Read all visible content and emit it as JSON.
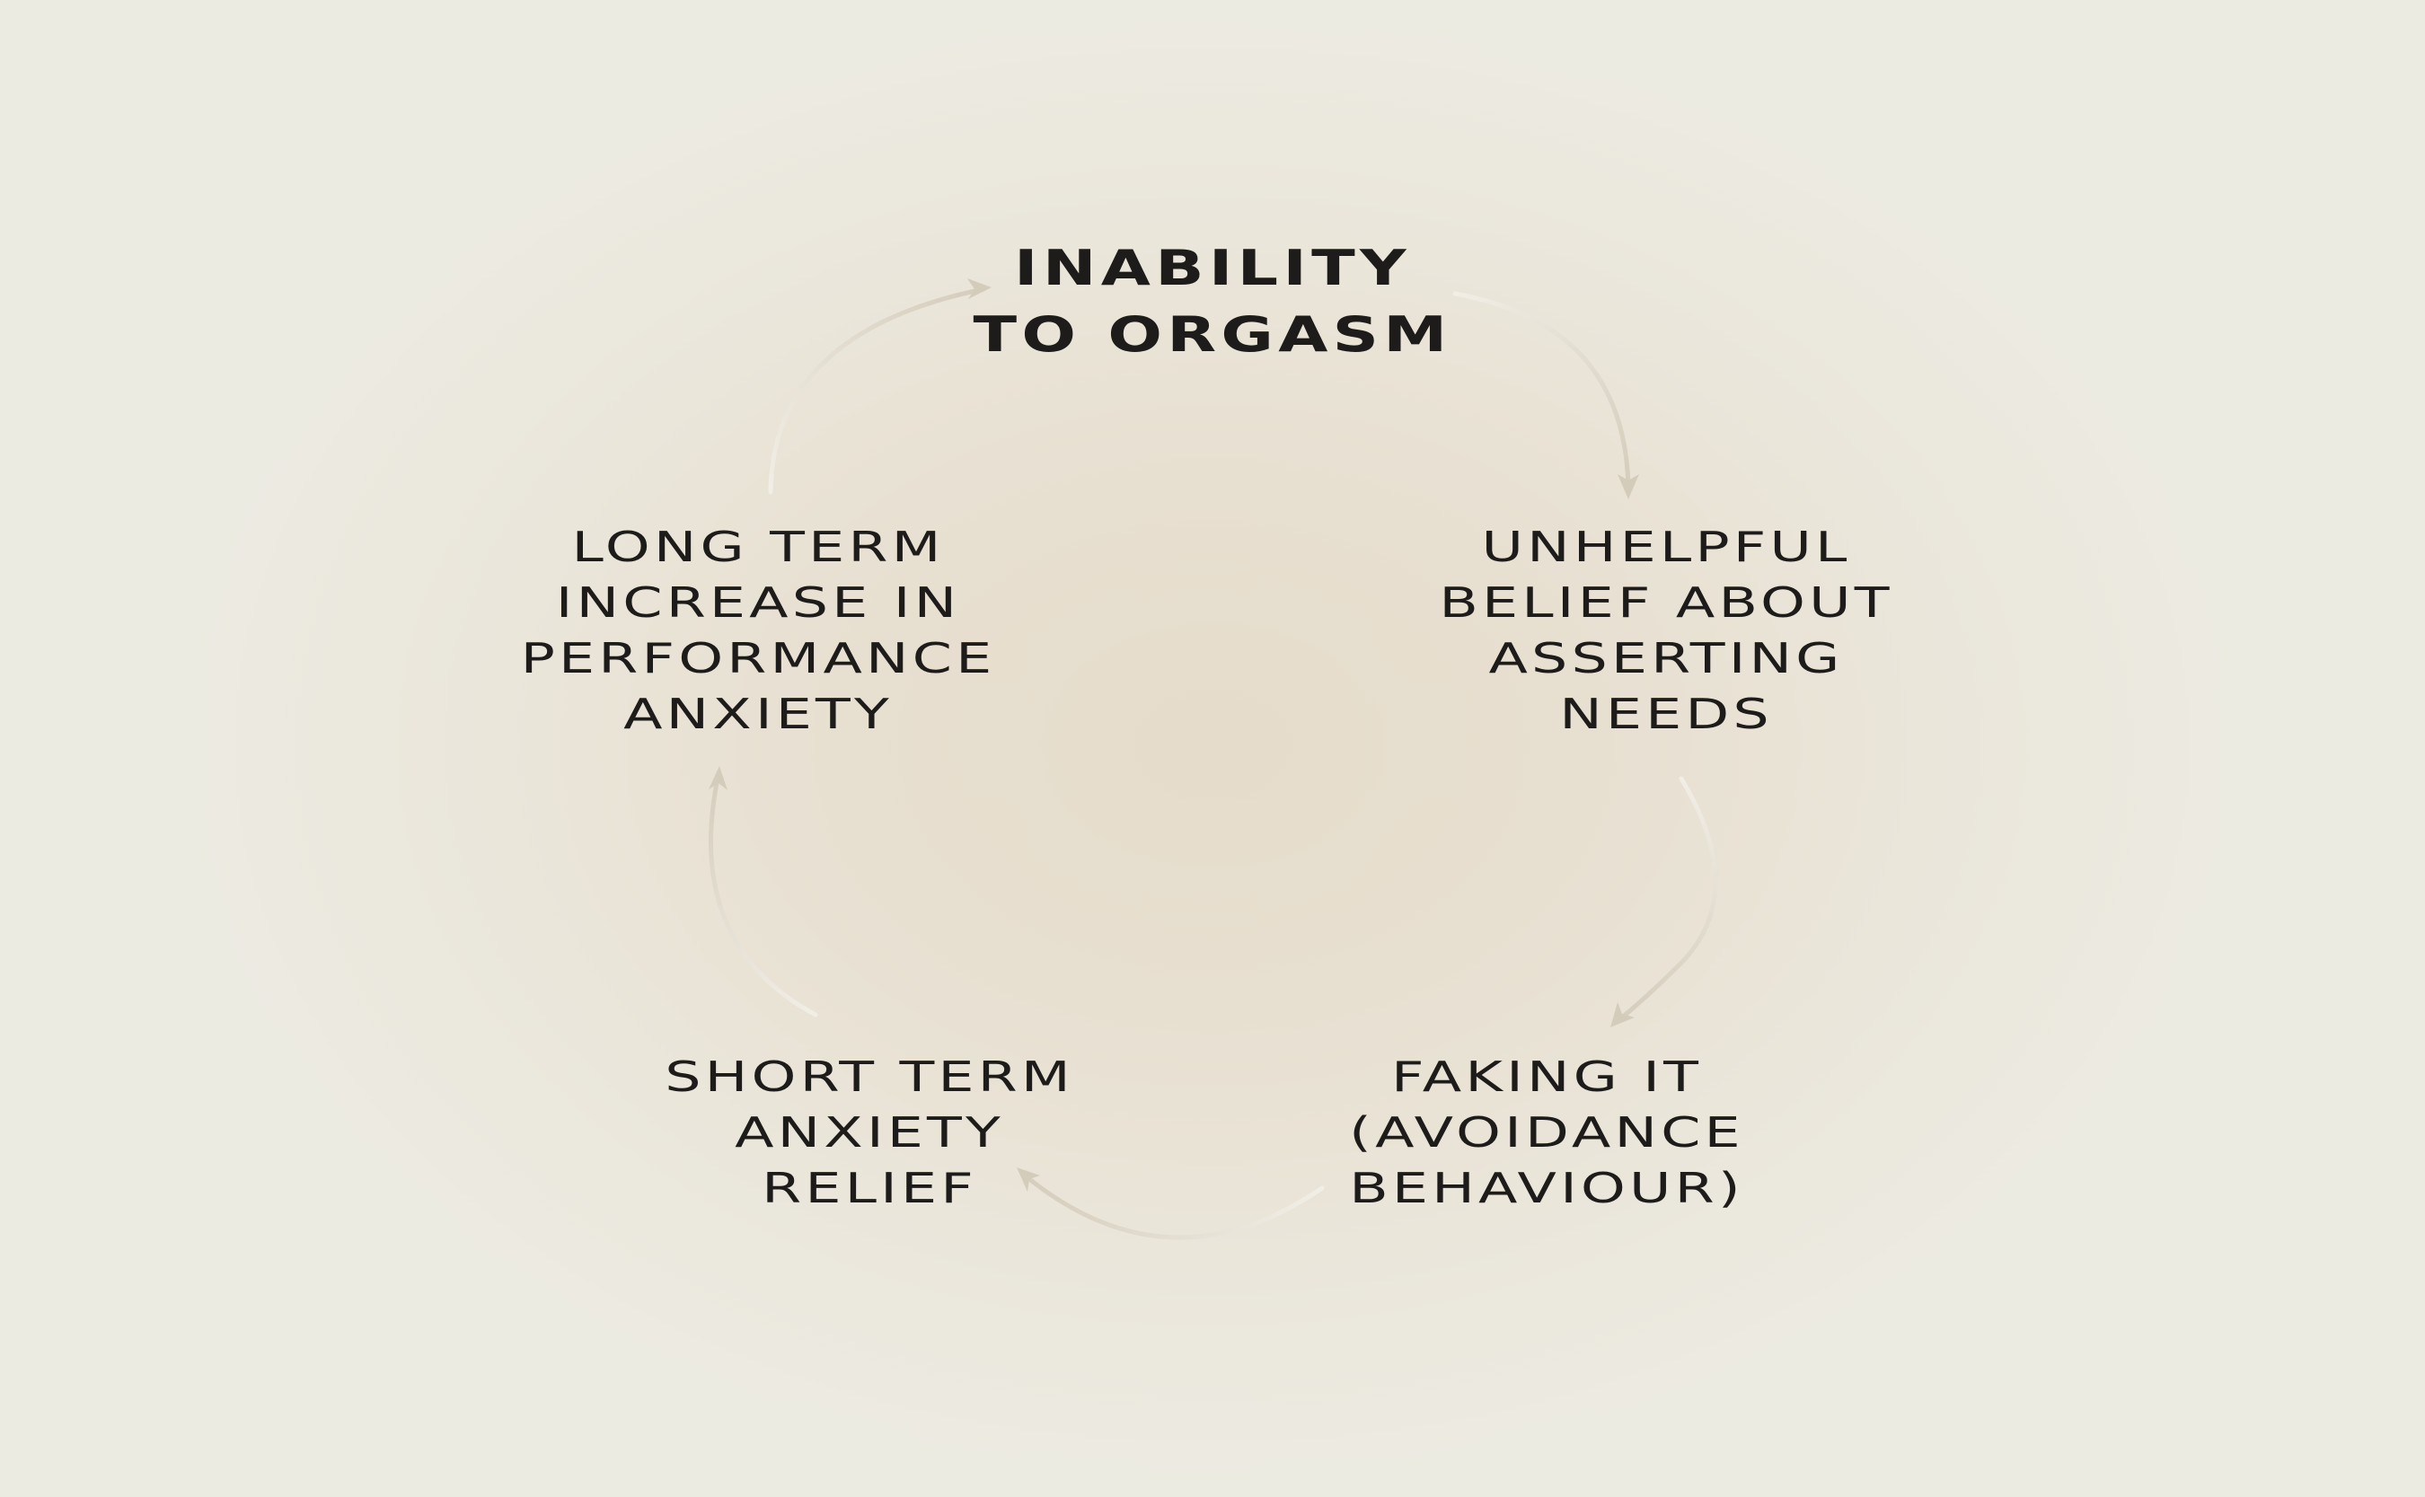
{
  "diagram": {
    "type": "cycle",
    "colors": {
      "background_center": "#e6dccb",
      "background_edge": "#ecebe2",
      "text": "#1d1c1a",
      "arrow_faint": "#f1eee6",
      "arrow_strong": "#d4ccbb"
    },
    "nodes": [
      {
        "id": "inability",
        "lines": [
          "INABILITY",
          "TO ORGASM"
        ]
      },
      {
        "id": "belief",
        "lines": [
          "UNHELPFUL",
          "BELIEF ABOUT",
          "ASSERTING",
          "NEEDS"
        ]
      },
      {
        "id": "faking",
        "lines": [
          "FAKING IT",
          "(AVOIDANCE",
          "BEHAVIOUR)"
        ]
      },
      {
        "id": "short-term",
        "lines": [
          "SHORT TERM",
          "ANXIETY",
          "RELIEF"
        ]
      },
      {
        "id": "long-term",
        "lines": [
          "LONG TERM",
          "INCREASE IN",
          "PERFORMANCE",
          "ANXIETY"
        ]
      }
    ],
    "edges": [
      {
        "from": "inability",
        "to": "belief"
      },
      {
        "from": "belief",
        "to": "faking"
      },
      {
        "from": "faking",
        "to": "short-term"
      },
      {
        "from": "short-term",
        "to": "long-term"
      },
      {
        "from": "long-term",
        "to": "inability"
      }
    ]
  }
}
